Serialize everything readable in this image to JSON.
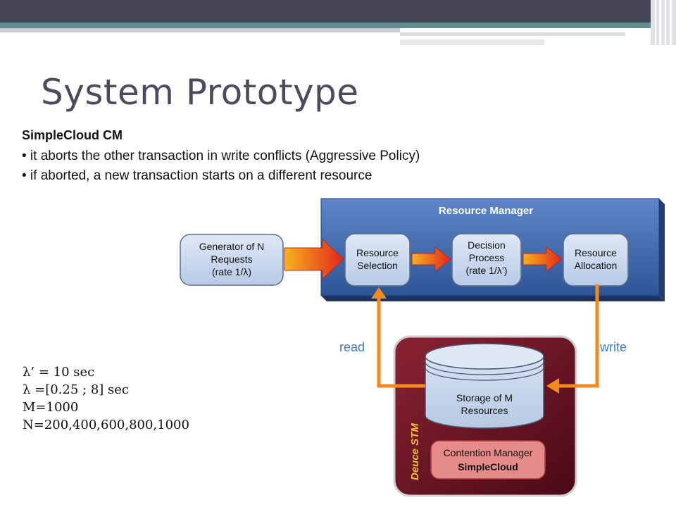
{
  "slide": {
    "title": "System Prototype",
    "heading": "SimpleCloud CM",
    "bullets": [
      "• it aborts the other transaction in write conflicts (Aggressive Policy)",
      "• if aborted, a new transaction starts on a different resource"
    ],
    "params": [
      "λ’ = 10 sec",
      "λ =[0.25 ; 8] sec",
      "M=1000",
      "N=200,400,600,800,1000"
    ]
  },
  "diagram": {
    "resource_manager": "Resource Manager",
    "generator": [
      "Generator of N",
      "Requests",
      "(rate 1/λ)"
    ],
    "resource_selection": [
      "Resource",
      "Selection"
    ],
    "decision_process": [
      "Decision",
      "Process",
      "(rate 1/λ’)"
    ],
    "resource_allocation": [
      "Resource",
      "Allocation"
    ],
    "read_label": "read",
    "write_label": "write",
    "deuce_stm": "Deuce STM",
    "storage": [
      "Storage of M",
      "Resources"
    ],
    "contention_manager": [
      "Contention Manager",
      "SimpleCloud"
    ]
  },
  "colors": {
    "topbar": "#454556",
    "stripe": "#5f8e91",
    "rm_blue": "#3f6bb0",
    "node_fill": "#c5d4ea",
    "arrow_orange": "#f28a1d",
    "stm_maroon": "#6a1424",
    "cm_fill": "#e58c8a"
  }
}
